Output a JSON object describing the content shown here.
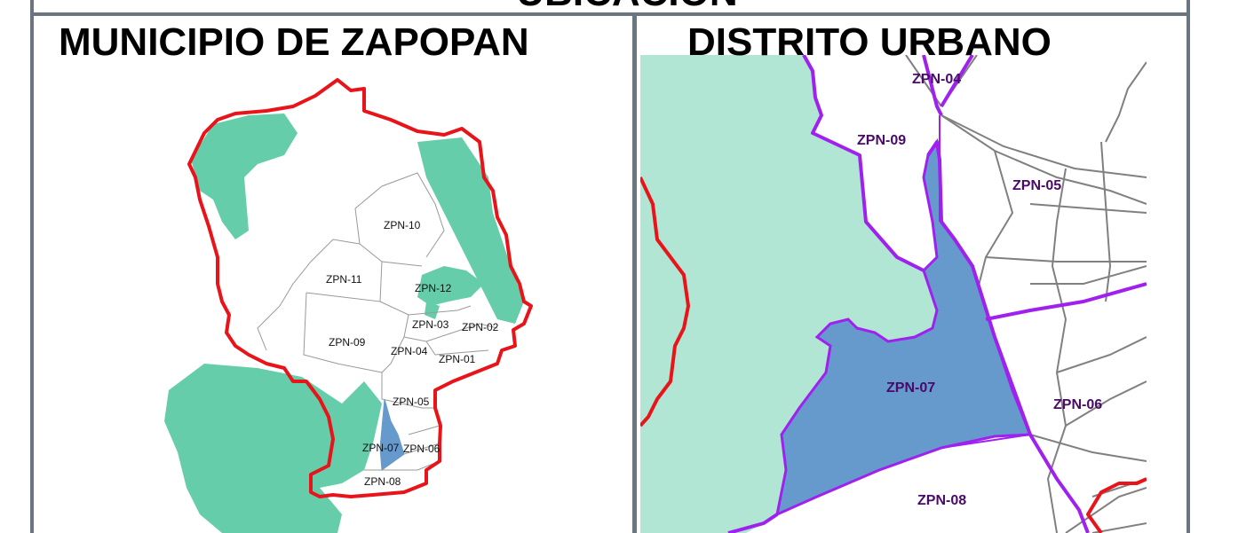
{
  "header": {
    "title": "UBICACIÓN"
  },
  "left_panel": {
    "title": "MUNICIPIO DE ZAPOPAN",
    "zones": [
      "ZPN-10",
      "ZPN-11",
      "ZPN-12",
      "ZPN-03",
      "ZPN-02",
      "ZPN-09",
      "ZPN-04",
      "ZPN-01",
      "ZPN-05",
      "ZPN-07",
      "ZPN-06",
      "ZPN-08"
    ]
  },
  "right_panel": {
    "title": "DISTRITO URBANO",
    "zones": [
      "ZPN-04",
      "ZPN-09",
      "ZPN-05",
      "ZPN-07",
      "ZPN-06",
      "ZPN-08"
    ]
  },
  "colors": {
    "municipal_boundary": "#e8141a",
    "natural_area": "#66cdaa",
    "natural_area_light": "#b2e6d4",
    "selected_district": "#6699cc",
    "district_boundary": "#a020f0",
    "roads": "#808080",
    "frame": "#6b7580"
  }
}
